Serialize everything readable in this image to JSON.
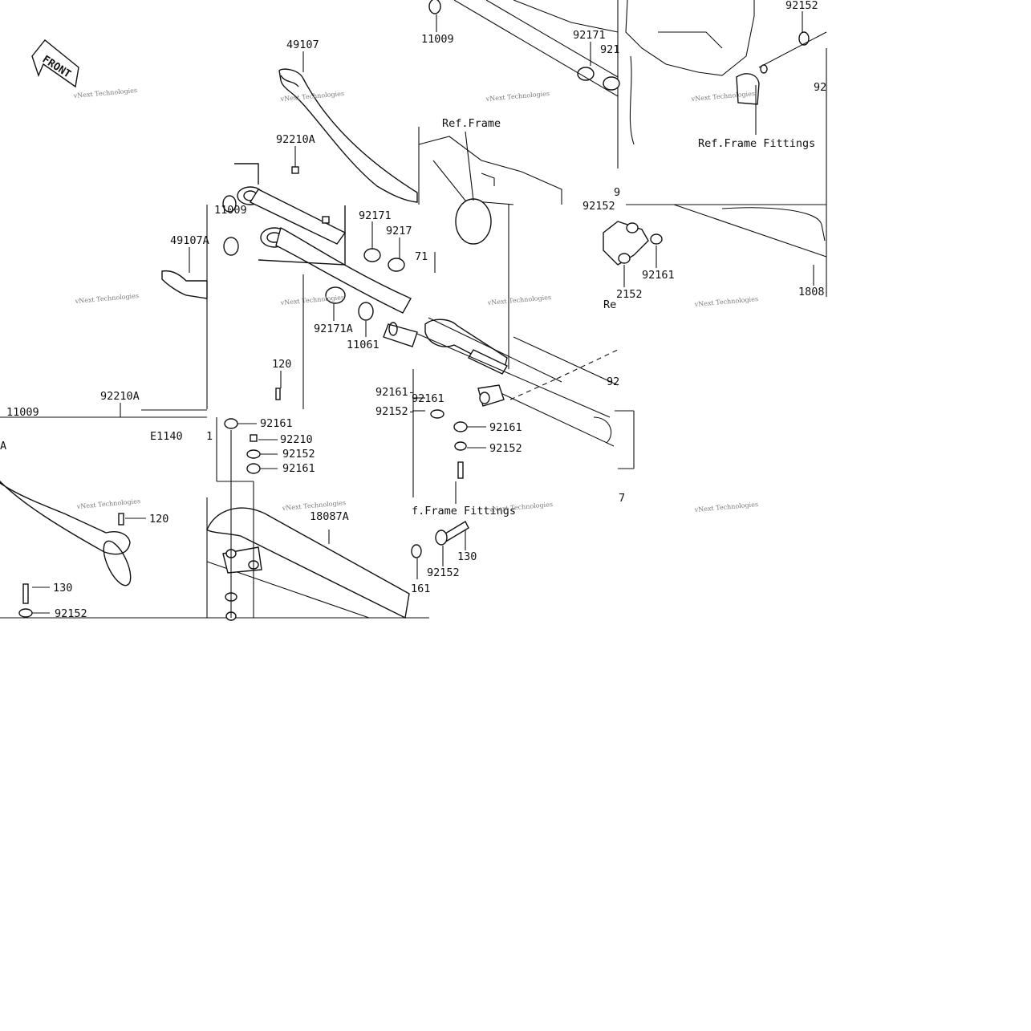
{
  "front_badge": "FRONT",
  "watermark": "vNext Technologies",
  "labels": {
    "p49107": "49107",
    "p11009_top": "11009",
    "p92171_top": "92171",
    "p921_top": "921",
    "p92152_top": "92152",
    "p92_top": "92",
    "ref_frame_fittings_top": "Ref.Frame Fittings",
    "ref_frame": "Ref.Frame",
    "p92210A_upper": "92210A",
    "p11009_mid": "11009",
    "p49107A": "49107A",
    "p92171_mid": "92171",
    "p9217_mid": "9217",
    "p71": "71",
    "p9_cut": "9",
    "p92152_right_cut": "92152",
    "p92161_right": "92161",
    "p2152_right": "2152",
    "re_cut": "Re",
    "p1808_cut": "1808",
    "p92171A": "92171A",
    "p11061": "11061",
    "p120_upper": "120",
    "p92210A_lower": "92210A",
    "p11009_lower_cut": "11009",
    "e1140": "E1140",
    "p1_cut": "1",
    "p92161_a": "92161",
    "p92210": "92210",
    "p92152_a": "92152",
    "p92161_b": "92161",
    "p92161_dash": "92161-",
    "p92152_dash": "92152-",
    "p92161_c": "92161",
    "p92161_d": "92161",
    "p92152_b": "92152",
    "p92_cut_mid": "92",
    "p7_cut": "7",
    "ref_frame_fittings_mid": "f.Frame Fittings",
    "p18087A": "18087A",
    "p120_lower": "120",
    "p130_left": "130",
    "p92152_left": "92152",
    "p130_mid": "130",
    "p92152_mid": "92152",
    "p161_cut": "161",
    "a_cut": "A"
  }
}
